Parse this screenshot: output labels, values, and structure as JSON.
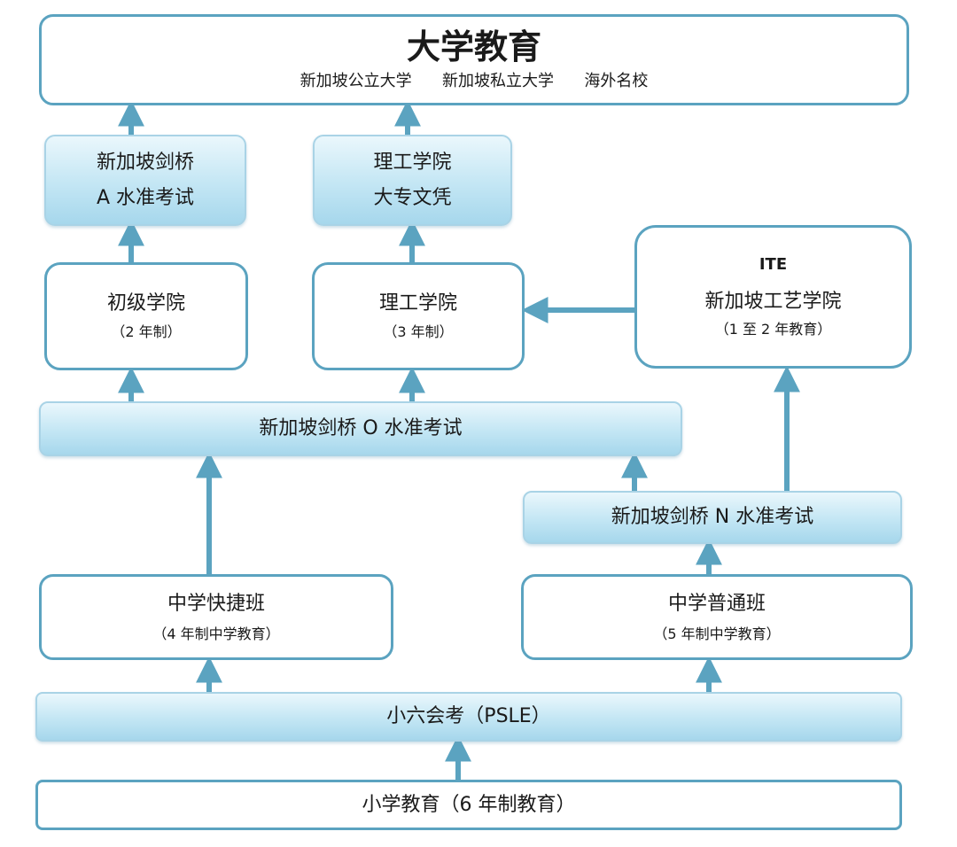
{
  "colors": {
    "arrow": "#5ba3c0",
    "border": "#5ba3c0"
  },
  "university": {
    "title": "大学教育",
    "subtitle": "新加坡公立大学      新加坡私立大学      海外名校"
  },
  "a_level": {
    "line1": "新加坡剑桥",
    "line2": "A 水准考试"
  },
  "diploma": {
    "line1": "理工学院",
    "line2": "大专文凭"
  },
  "junior_college": {
    "name": "初级学院",
    "duration": "（2 年制）"
  },
  "polytechnic": {
    "name": "理工学院",
    "duration": "（3 年制）"
  },
  "ite": {
    "abbr": "ITE",
    "name": "新加坡工艺学院",
    "duration": "（1 至 2 年教育）"
  },
  "o_level": {
    "label": "新加坡剑桥 O 水准考试"
  },
  "n_level": {
    "label": "新加坡剑桥 N 水准考试"
  },
  "express": {
    "name": "中学快捷班",
    "duration": "（4 年制中学教育）"
  },
  "normal": {
    "name": "中学普通班",
    "duration": "（5 年制中学教育）"
  },
  "psle": {
    "label": "小六会考（PSLE）"
  },
  "primary": {
    "label": "小学教育（6 年制教育）"
  }
}
